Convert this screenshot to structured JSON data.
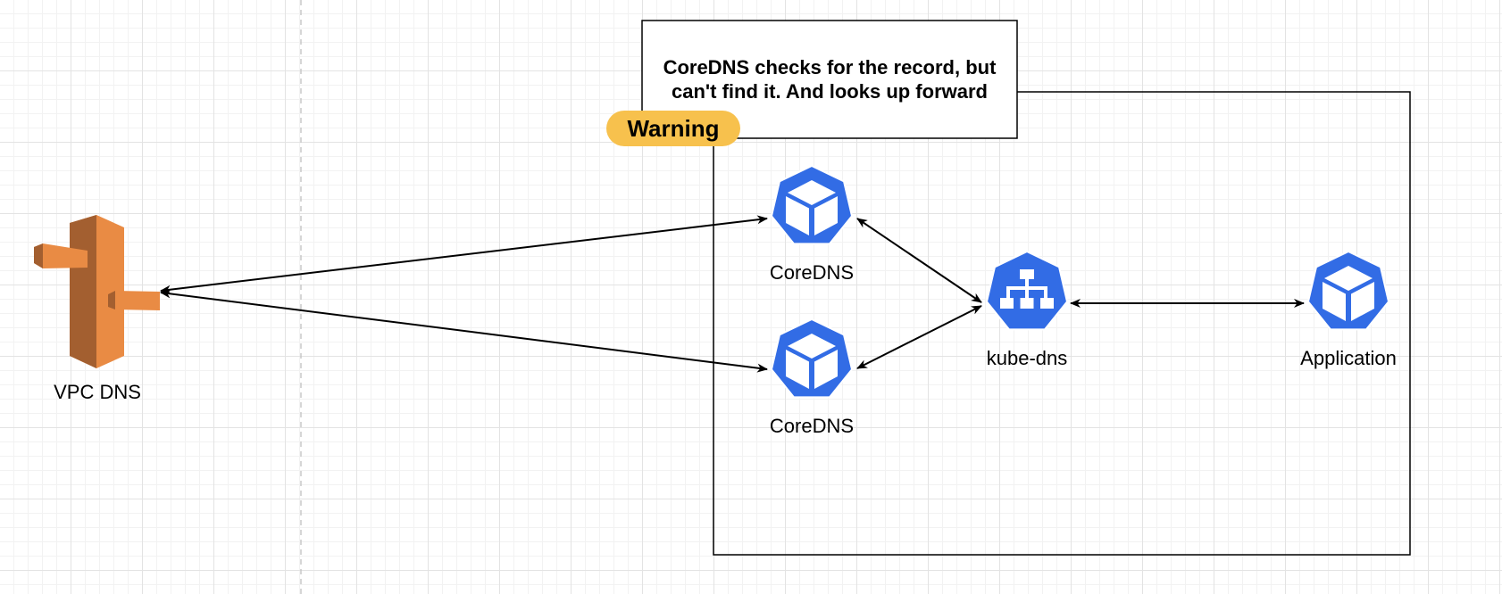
{
  "diagram": {
    "nodes": {
      "vpc_dns": {
        "label": "VPC DNS"
      },
      "coredns_1": {
        "label": "CoreDNS"
      },
      "coredns_2": {
        "label": "CoreDNS"
      },
      "kube_dns": {
        "label": "kube-dns"
      },
      "application": {
        "label": "Application"
      }
    },
    "note": {
      "text": "CoreDNS checks for the record, but can't find it. And looks up forward"
    },
    "badge": {
      "text": "Warning"
    },
    "colors": {
      "k8s_blue": "#326ce5",
      "aws_orange": "#e98b44",
      "aws_orange_dark": "#a35f30",
      "warning_yellow": "#f7c14d"
    },
    "icons": {
      "vpc_dns": "route53-dns-icon",
      "coredns": "k8s-pod-icon",
      "kube_dns": "k8s-service-icon",
      "application": "k8s-pod-icon"
    }
  }
}
